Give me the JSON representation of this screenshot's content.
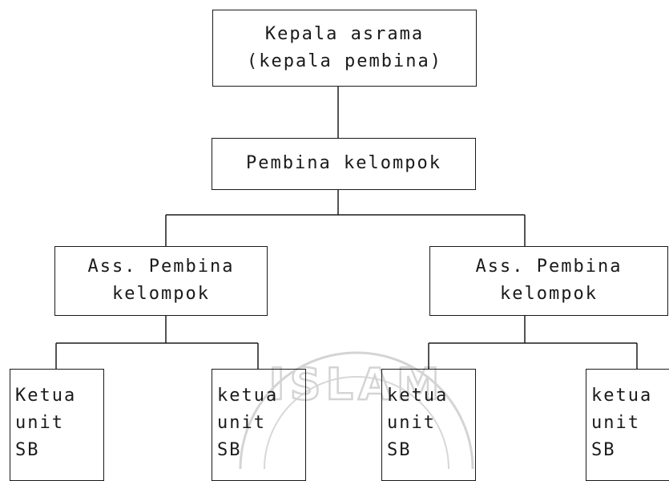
{
  "nodes": {
    "head": {
      "line1": "Kepala asrama",
      "line2": "(kepala pembina)"
    },
    "group_supervisor": {
      "line1": "Pembina kelompok"
    },
    "assistant_left": {
      "line1": "Ass. Pembina",
      "line2": "kelompok"
    },
    "assistant_right": {
      "line1": "Ass. Pembina",
      "line2": "kelompok"
    },
    "unit_1": {
      "line1": "Ketua",
      "line2": "unit",
      "line3": "SB"
    },
    "unit_2": {
      "line1": "ketua",
      "line2": "unit",
      "line3": "SB"
    },
    "unit_3": {
      "line1": "ketua",
      "line2": "unit",
      "line3": "SB"
    },
    "unit_4": {
      "line1": "ketua",
      "line2": "unit",
      "line3": "SB"
    }
  },
  "watermark": {
    "text": "ISLAM"
  },
  "colors": {
    "line": "#1a1a1a",
    "watermark": "#d4d4d4"
  }
}
